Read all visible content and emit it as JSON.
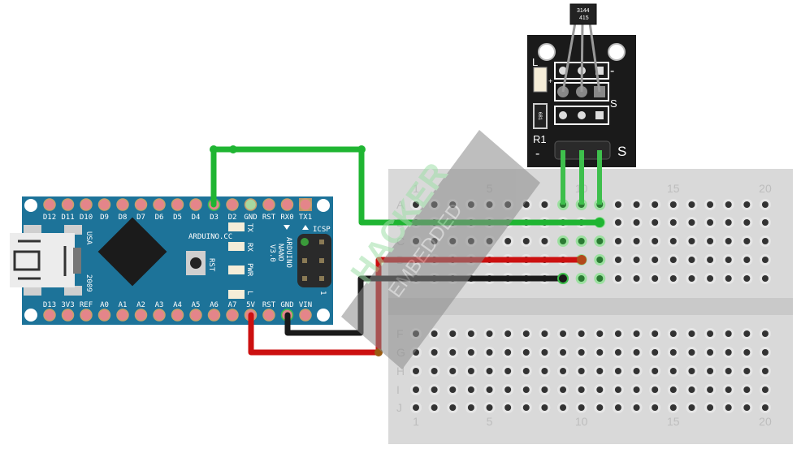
{
  "diagram": {
    "title": "Arduino Nano with 3144 Hall effect sensor module on breadboard",
    "arduino": {
      "brand_text": "ARDUINO.CC",
      "model_text": [
        "ARDUINO",
        "NANO",
        "V3.0"
      ],
      "usa_text": "USA",
      "year_text": "2009",
      "rst_label": "RST",
      "icsp_label": "ICSP",
      "icsp_pin1_label": "1",
      "leds": [
        "TX",
        "RX",
        "PWR",
        "L"
      ],
      "top_pins": [
        "D12",
        "D11",
        "D10",
        "D9",
        "D8",
        "D7",
        "D6",
        "D5",
        "D4",
        "D3",
        "D2",
        "GND",
        "RST",
        "RX0",
        "TX1"
      ],
      "bottom_pins": [
        "D13",
        "3V3",
        "REF",
        "A0",
        "A1",
        "A2",
        "A3",
        "A4",
        "A5",
        "A6",
        "A7",
        "5V",
        "RST",
        "GND",
        "VIN"
      ]
    },
    "sensor_module": {
      "chip_text_line1": "3144",
      "chip_text_line2": "415",
      "led_label": "L",
      "resistor_label": "R1",
      "resistor_code": "681",
      "minus_label": "-",
      "signal_label": "S",
      "plus_label": "+"
    },
    "breadboard": {
      "top_rows": [
        "A",
        "B",
        "C",
        "D",
        "E"
      ],
      "bottom_rows": [
        "F",
        "G",
        "H",
        "I",
        "J"
      ],
      "column_count": 20,
      "column_labels": [
        "1",
        "5",
        "10",
        "15",
        "20"
      ]
    },
    "wires": [
      {
        "name": "signal-wire",
        "from": "D3",
        "to": "B11",
        "color": "#22c033"
      },
      {
        "name": "power-wire",
        "from": "5V",
        "to": "D10",
        "color": "#cc1010"
      },
      {
        "name": "ground-wire",
        "from": "GND",
        "to": "E9",
        "color": "#1a1a1a"
      }
    ],
    "watermark": {
      "line1": "HACKER",
      "line2": "EMBEDDED"
    },
    "colors": {
      "board": "#1d7399",
      "pad": "#e4858a",
      "breadboard": "#d9d9d9",
      "module_pcb": "#1a1a1a"
    }
  }
}
